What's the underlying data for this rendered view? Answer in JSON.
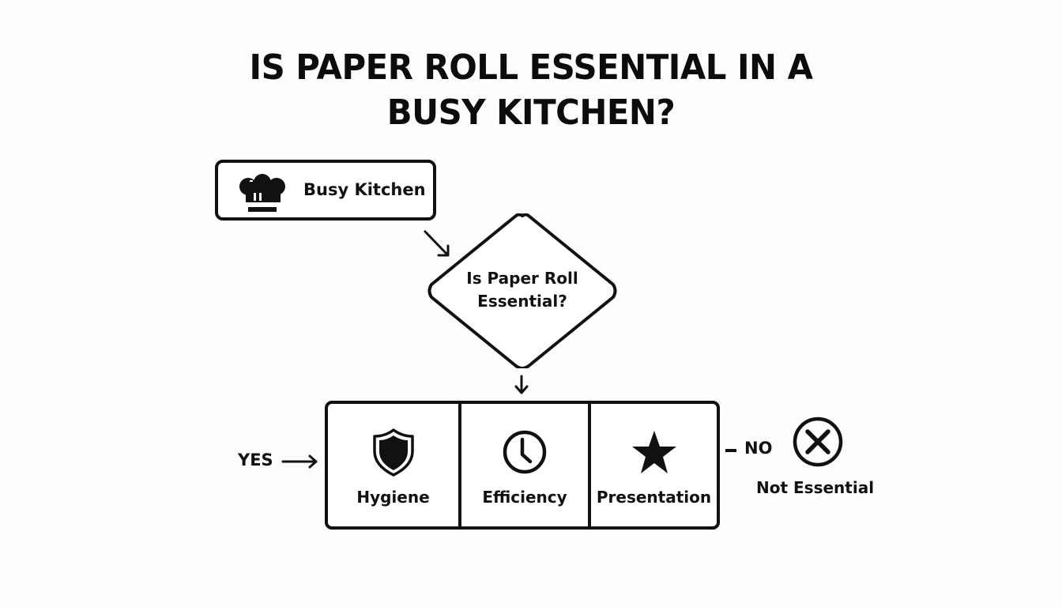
{
  "title": {
    "line1": "IS PAPER ROLL ESSENTIAL IN A",
    "line2": "BUSY KITCHEN?"
  },
  "start_node": {
    "label": "Busy Kitchen",
    "icon": "chef-hat-icon"
  },
  "decision_node": {
    "line1": "Is Paper Roll",
    "line2": "Essential?"
  },
  "branches": {
    "yes": {
      "label": "YES",
      "options": [
        {
          "label": "Hygiene",
          "icon": "shield-icon"
        },
        {
          "label": "Efficiency",
          "icon": "clock-icon"
        },
        {
          "label": "Presentation",
          "icon": "star-icon"
        }
      ]
    },
    "no": {
      "label": "NO",
      "result_label": "Not Essential",
      "icon": "x-circle-icon"
    }
  },
  "colors": {
    "stroke": "#111111",
    "background": "#fdfdfd"
  }
}
